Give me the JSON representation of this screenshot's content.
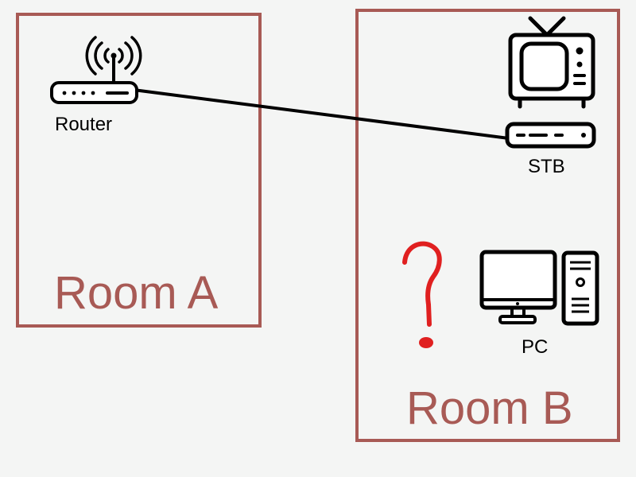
{
  "rooms": {
    "a": {
      "label": "Room A"
    },
    "b": {
      "label": "Room B"
    }
  },
  "devices": {
    "router": {
      "label": "Router",
      "icon": "router-icon"
    },
    "tv": {
      "label": "",
      "icon": "tv-icon"
    },
    "stb": {
      "label": "STB",
      "icon": "set-top-box-icon"
    },
    "pc": {
      "label": "PC",
      "icon": "desktop-computer-icon"
    }
  },
  "connection": {
    "from": "router",
    "to": "stb"
  },
  "question": {
    "icon": "question-mark-icon"
  },
  "colors": {
    "room": "#a85a55",
    "question": "#e02020",
    "line": "#000000",
    "background": "#f4f5f4"
  }
}
